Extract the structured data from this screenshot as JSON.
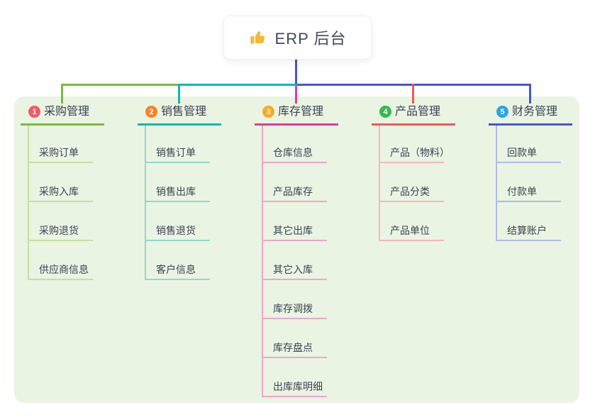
{
  "root": {
    "title": "ERP 后台",
    "icon": "thumbs-up-icon",
    "icon_color": "#f3b936",
    "box_color": "#ffffff",
    "connector_color": "#4557ce"
  },
  "canvas": {
    "background": "#ffffff",
    "panel_color": "#eaf4e2"
  },
  "branches": [
    {
      "number": "1",
      "title": "采购管理",
      "badge_color": "#f25a6b",
      "line_color": "#79ba3f",
      "light_color": "#c4e0a0",
      "children": [
        "采购订单",
        "采购入库",
        "采购退货",
        "供应商信息"
      ]
    },
    {
      "number": "2",
      "title": "销售管理",
      "badge_color": "#f5832b",
      "line_color": "#13b6ad",
      "light_color": "#8fd9d3",
      "children": [
        "销售订单",
        "销售出库",
        "销售退货",
        "客户信息"
      ]
    },
    {
      "number": "3",
      "title": "库存管理",
      "badge_color": "#f7a928",
      "line_color": "#e23a97",
      "light_color": "#f0a5cd",
      "children": [
        "仓库信息",
        "产品库存",
        "其它出库",
        "其它入库",
        "库存调拨",
        "库存盘点",
        "出库库明细"
      ]
    },
    {
      "number": "4",
      "title": "产品管理",
      "badge_color": "#33ba4e",
      "line_color": "#f2575a",
      "light_color": "#f6b7b9",
      "children": [
        "产品（物料）",
        "产品分类",
        "产品单位"
      ]
    },
    {
      "number": "5",
      "title": "财务管理",
      "badge_color": "#2ba5e5",
      "line_color": "#4557ce",
      "light_color": "#aebbe9",
      "children": [
        "回款单",
        "付款单",
        "结算账户"
      ]
    }
  ]
}
